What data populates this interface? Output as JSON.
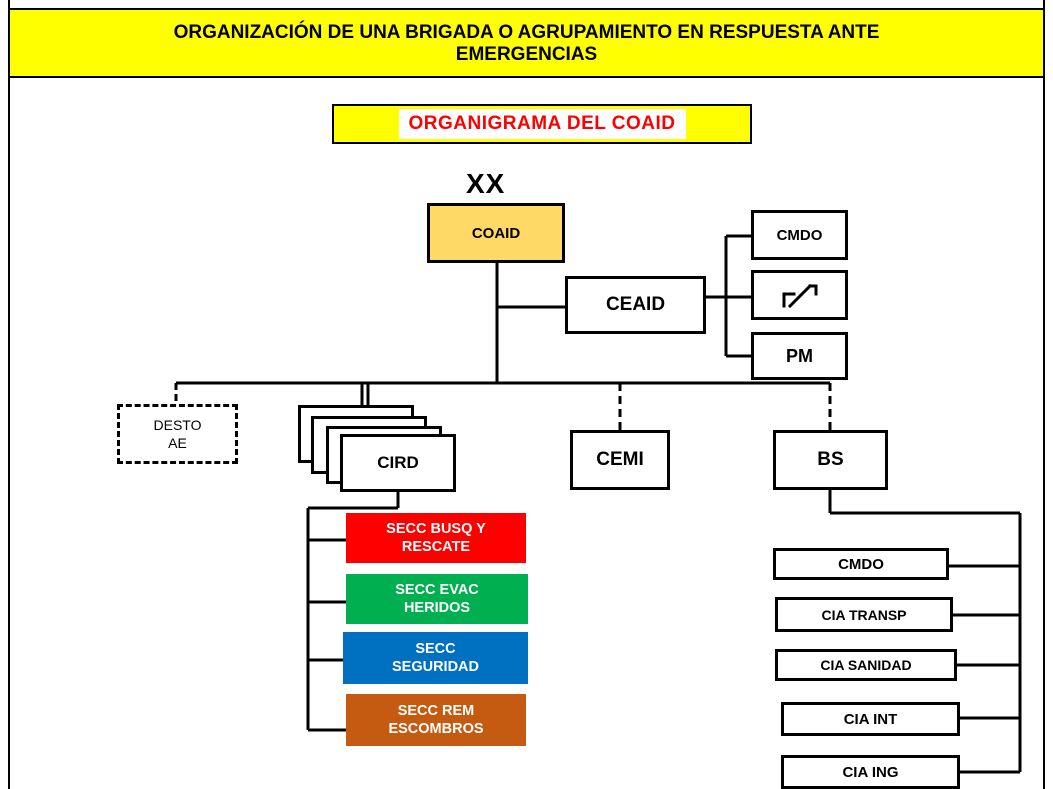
{
  "header": {
    "title_line1": "ORGANIZACIÓN  DE UNA BRIGADA O AGRUPAMIENTO  EN RESPUESTA ANTE",
    "title_line2": "EMERGENCIAS"
  },
  "subtitle": "ORGANIGRAMA DEL COAID",
  "top": {
    "echelon": "XX",
    "coaid": "COAID"
  },
  "staff": {
    "ceaid": "CEAID",
    "cmdo": "CMDO",
    "pm": "PM",
    "symbol_icon": "unit-symbol-icon"
  },
  "branches": {
    "desto_line1": "DESTO",
    "desto_line2": "AE",
    "cird": "CIRD",
    "cemi": "CEMI",
    "bs": "BS"
  },
  "cird_sections": [
    {
      "label": "SECC BUSQ Y\nRESCATE",
      "color": "#ff0000"
    },
    {
      "label": "SECC EVAC\nHERIDOS",
      "color": "#00b050"
    },
    {
      "label": "SECC\nSEGURIDAD",
      "color": "#0070c0"
    },
    {
      "label": "SECC REM\nESCOMBROS",
      "color": "#c55a11"
    }
  ],
  "bs_units": [
    "CMDO",
    "CIA TRANSP",
    "CIA SANIDAD",
    "CIA INT",
    "CIA ING"
  ],
  "colors": {
    "header_bg": "#ffff00",
    "coaid_bg": "#ffd966",
    "subtitle_text": "#ff0000"
  }
}
